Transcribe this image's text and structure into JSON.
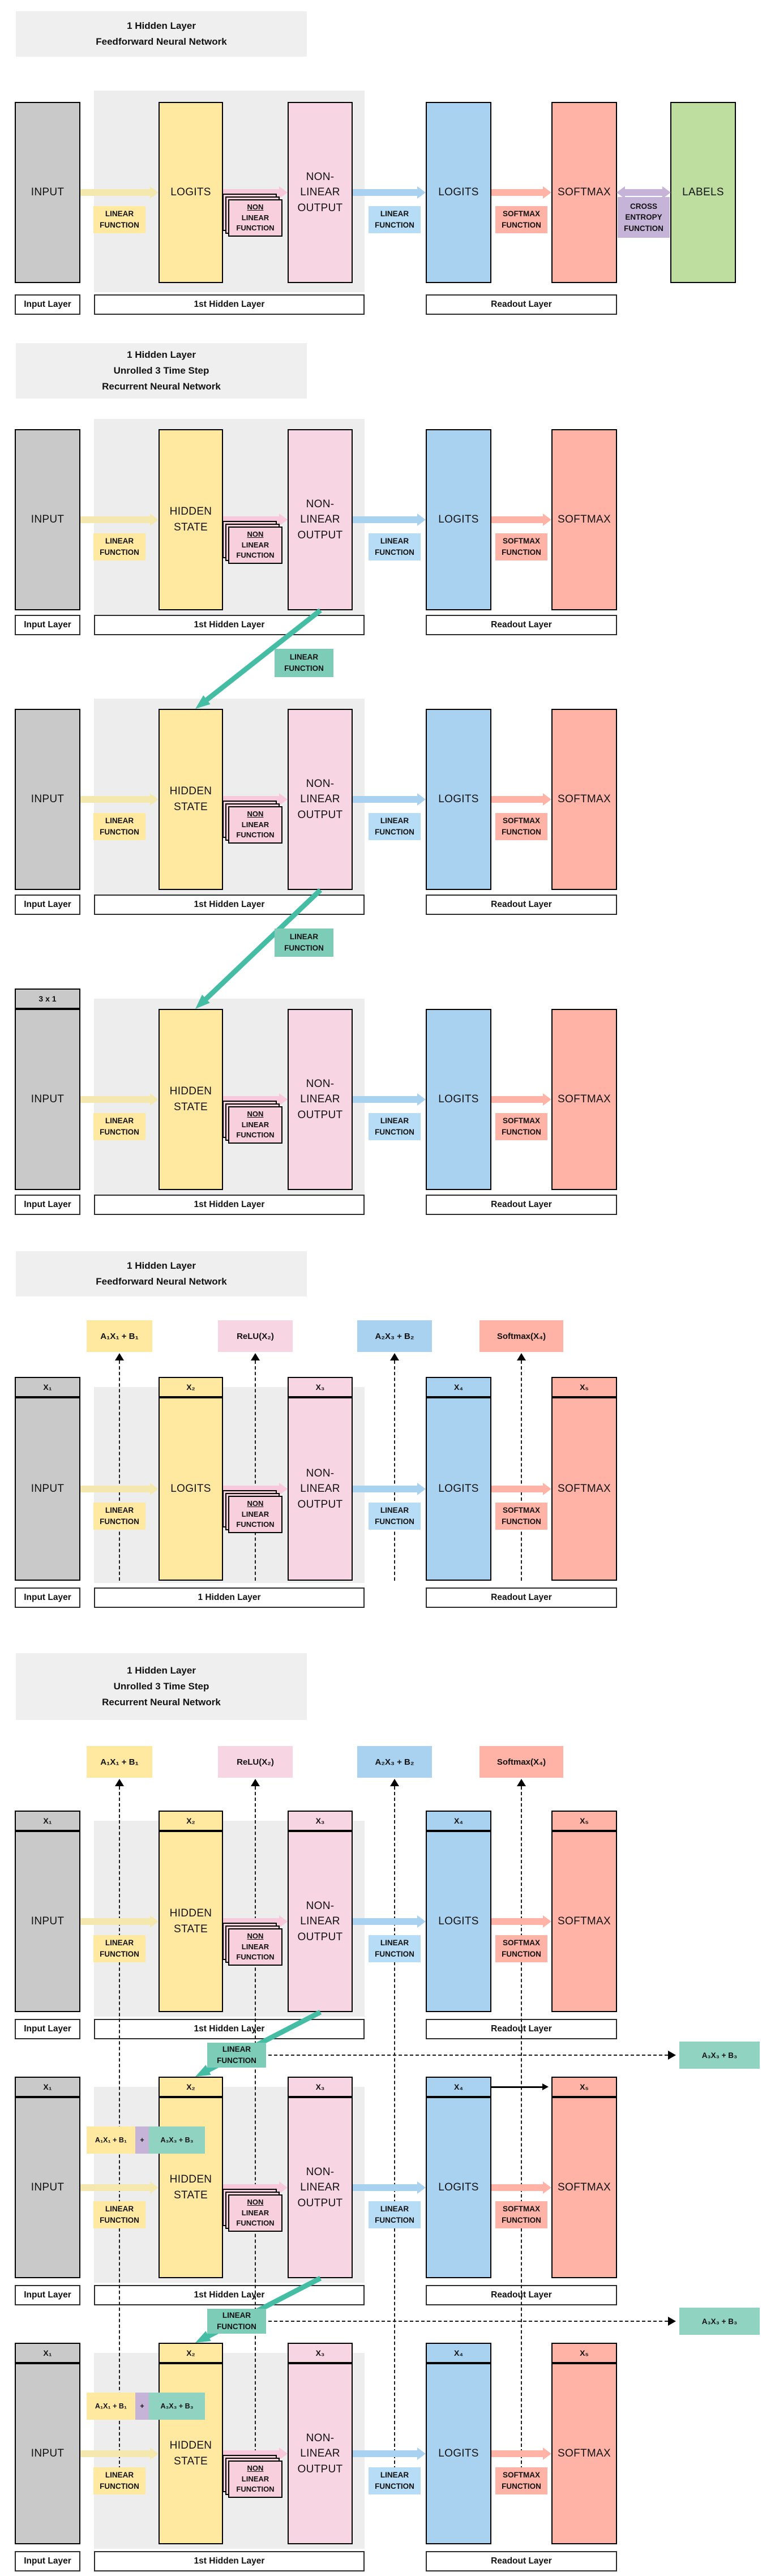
{
  "titles": {
    "ffnn": [
      "1 Hidden Layer",
      "Feedforward Neural Network"
    ],
    "rnn": [
      "1 Hidden Layer",
      "Unrolled 3 Time Step",
      "Recurrent Neural Network"
    ]
  },
  "boxes": {
    "input": "INPUT",
    "logits": "LOGITS",
    "hidden": [
      "HIDDEN",
      "STATE"
    ],
    "nonlinear": [
      "NON-",
      "LINEAR",
      "OUTPUT"
    ],
    "softmax": "SOFTMAX",
    "labels": "LABELS"
  },
  "funcs": {
    "linear": [
      "LINEAR",
      "FUNCTION"
    ],
    "nonlinear": [
      "NON",
      "LINEAR",
      "FUNCTION"
    ],
    "softmax": [
      "SOFTMAX",
      "FUNCTION"
    ],
    "cross_entropy": [
      "CROSS",
      "ENTROPY",
      "FUNCTION"
    ]
  },
  "layers": {
    "input": "Input Layer",
    "first_hidden": "1st Hidden Layer",
    "one_hidden": "1 Hidden Layer",
    "readout": "Readout Layer"
  },
  "formulas": {
    "linear1": "A₁X₁ + B₁",
    "relu": "ReLU(X₂)",
    "linear2": "A₂X₃ + B₂",
    "softmax": "Softmax(X₄)",
    "recurrent": "A₃X₃ + B₃",
    "plus": "+"
  },
  "tensors": {
    "x1": "X₁",
    "x2": "X₂",
    "x3": "X₃",
    "x4": "X₄",
    "x5": "X₅",
    "shape": "3 x 1"
  },
  "colors": {
    "title_bg": "#efefef",
    "panel": "#ededed",
    "gray": "#c9c9c9",
    "yellow": "#ffe9a0",
    "yellow_arrow": "#f5e8af",
    "pink": "#f7d5e2",
    "pink_arrow": "#f8c9da",
    "pink_card": "#f7cfdd",
    "blue": "#a9d2f0",
    "blue_light": "#b7ddf6",
    "salmon": "#ffb3a6",
    "green": "#bdde9f",
    "purple": "#c6b3d8",
    "teal": "#45bda4",
    "teal_label": "#7cccb8",
    "teal_box": "#8fd3c0"
  }
}
